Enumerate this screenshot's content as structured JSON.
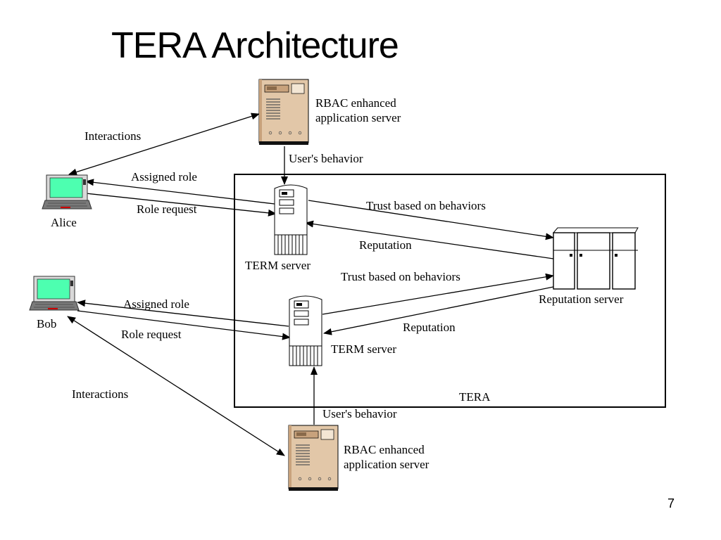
{
  "title": "TERA Architecture",
  "page_number": "7",
  "colors": {
    "server_beige": "#e2c7a8",
    "server_dark": "#c8a27c",
    "laptop_screen": "#4dffb0",
    "laptop_body": "#7a7a7a",
    "line": "#000000"
  },
  "labels": {
    "rbac_top_line1": "RBAC enhanced",
    "rbac_top_line2": "application server",
    "rbac_bottom_line1": "RBAC enhanced",
    "rbac_bottom_line2": "application server",
    "users_behavior_top": "User's behavior",
    "users_behavior_bottom": "User's behavior",
    "interactions_top": "Interactions",
    "interactions_bottom": "Interactions",
    "assigned_role_alice": "Assigned role",
    "role_request_alice": "Role request",
    "assigned_role_bob": "Assigned role",
    "role_request_bob": "Role request",
    "alice": "Alice",
    "bob": "Bob",
    "term_server_top": "TERM server",
    "term_server_bottom": "TERM server",
    "trust_top": "Trust based on behaviors",
    "trust_bottom": "Trust based on behaviors",
    "reputation_top": "Reputation",
    "reputation_bottom": "Reputation",
    "reputation_server": "Reputation server",
    "tera": "TERA"
  },
  "icons": {
    "app_server": "application-server-icon",
    "term_server": "tower-server-icon",
    "reputation_server": "rack-server-icon",
    "laptop": "laptop-icon"
  }
}
